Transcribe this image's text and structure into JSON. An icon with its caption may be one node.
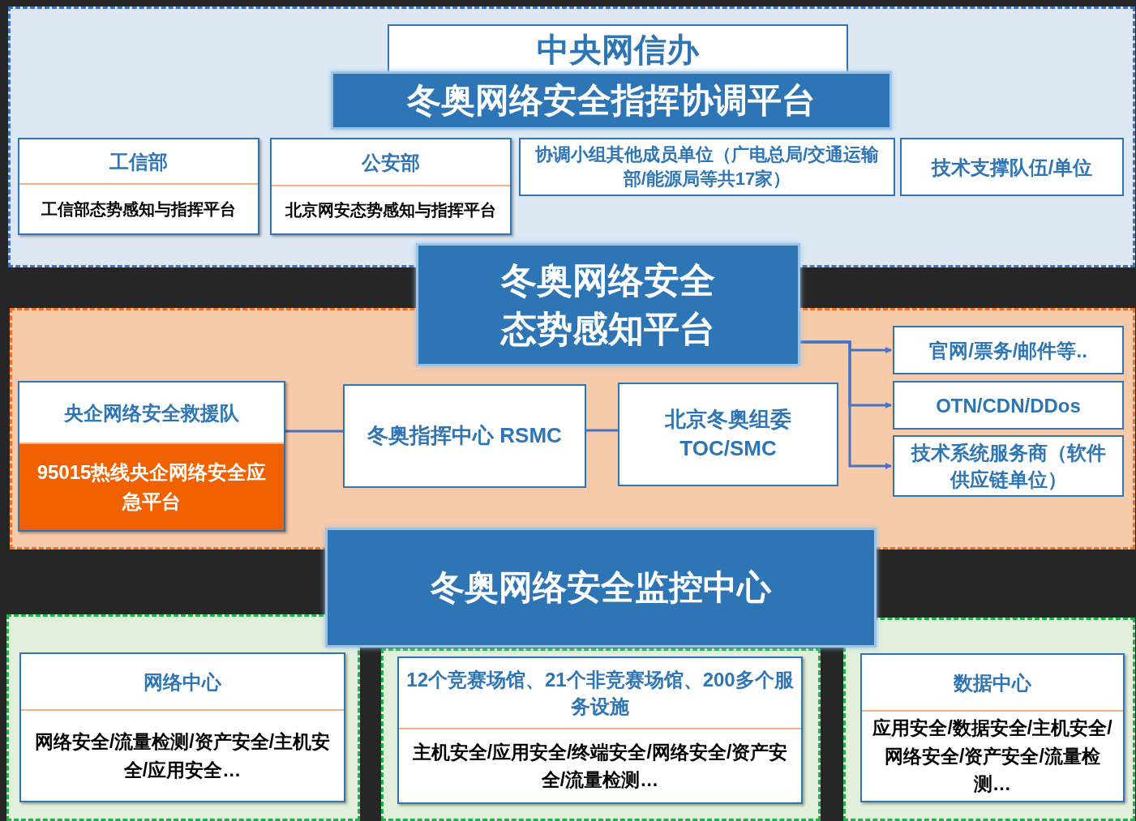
{
  "diagram": {
    "nodes": [
      {
        "text": [],
        "shape": "box"
      },
      {
        "text": [
          "中央网信办"
        ],
        "in": 0
      },
      {
        "text": [
          "冬奥网络安全指挥协调平台"
        ],
        "in": 0
      },
      {
        "text": [
          "工信部",
          "工信部态势感知与指挥平台"
        ],
        "in": 0
      },
      {
        "text": [
          "公安部",
          "北京网安态势感知与指挥平台"
        ],
        "in": 0
      },
      {
        "text": [
          "协调小组其他成员单位（广电总局/交通运输部/能源局等共17家）"
        ],
        "in": 0
      },
      {
        "text": [
          "技术支撑队伍/单位"
        ],
        "in": 0
      },
      {
        "text": [],
        "shape": "box"
      },
      {
        "text": [
          "冬奥网络安全态势感知平台"
        ]
      },
      {
        "text": [
          "央企网络安全救援队",
          "95015热线央企网络安全应急平台"
        ],
        "in": 7
      },
      {
        "text": [
          "冬奥指挥中心 RSMC"
        ],
        "in": 7
      },
      {
        "text": [
          "北京冬奥组委 TOC/SMC"
        ],
        "in": 7
      },
      {
        "text": [
          "官网/票务/邮件等.."
        ],
        "in": 7
      },
      {
        "text": [
          "OTN/CDN/DDos"
        ],
        "in": 7
      },
      {
        "text": [
          "技术系统服务商（软件供应链单位）"
        ],
        "in": 7
      },
      {
        "text": [
          "冬奥网络安全监控中心"
        ]
      },
      {
        "text": [],
        "shape": "box"
      },
      {
        "text": [
          "网络中心",
          "网络安全/流量检测/资产安全/主机安全/应用安全…"
        ],
        "in": 16
      },
      {
        "text": [],
        "shape": "box"
      },
      {
        "text": [
          "12个竞赛场馆、21个非竞赛场馆、200多个服务设施",
          "主机安全/应用安全/终端安全/网络安全/资产安全/流量检测…"
        ],
        "in": 18
      },
      {
        "text": [],
        "shape": "box"
      },
      {
        "text": [
          "数据中心",
          "应用安全/数据安全/主机安全/网络安全/资产安全/流量检测…"
        ],
        "in": 20
      }
    ],
    "edges": [
      {
        "from": 9,
        "to": 10,
        "arrow": "none"
      },
      {
        "from": 10,
        "to": 11,
        "arrow": "none"
      },
      {
        "from": 8,
        "to": 12,
        "arrow": "to"
      },
      {
        "from": 8,
        "to": 13,
        "arrow": "to"
      },
      {
        "from": 8,
        "to": 14,
        "arrow": "to"
      }
    ]
  }
}
